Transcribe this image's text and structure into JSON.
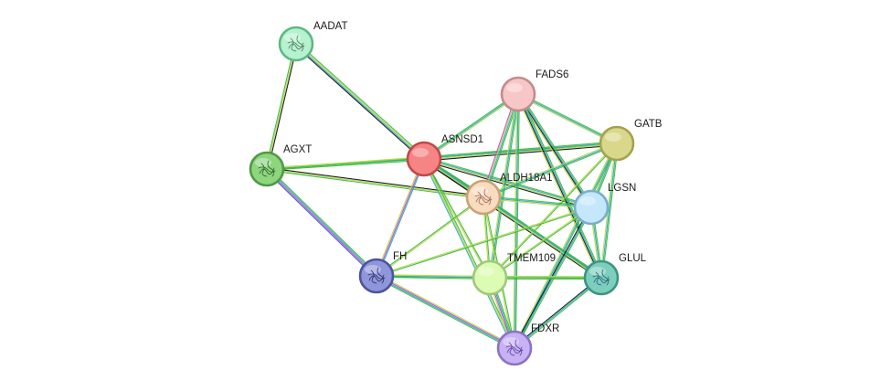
{
  "network": {
    "nodes": [
      {
        "id": "AADAT",
        "label": "AADAT",
        "fill": "#b6f2cf",
        "stroke": "#5fb882",
        "structure": true,
        "glyph_color": "#4f7a62"
      },
      {
        "id": "FADS6",
        "label": "FADS6",
        "fill": "#f7c7c7",
        "stroke": "#c48b8b",
        "structure": false
      },
      {
        "id": "GATB",
        "label": "GATB",
        "fill": "#d9d88a",
        "stroke": "#a3a24f",
        "structure": false
      },
      {
        "id": "AGXT",
        "label": "AGXT",
        "fill": "#8dd67e",
        "stroke": "#4e9a44",
        "structure": true,
        "glyph_color": "#2f5e2a"
      },
      {
        "id": "ASNSD1",
        "label": "ASNSD1",
        "fill": "#f78484",
        "stroke": "#c14848",
        "structure": false
      },
      {
        "id": "ALDH18A1",
        "label": "ALDH18A1",
        "fill": "#f8dcc0",
        "stroke": "#caa275",
        "structure": true,
        "glyph_color": "#a0685a"
      },
      {
        "id": "LGSN",
        "label": "LGSN",
        "fill": "#c4e7fb",
        "stroke": "#7aaecb",
        "structure": false
      },
      {
        "id": "FH",
        "label": "FH",
        "fill": "#8f96da",
        "stroke": "#4d539c",
        "structure": true,
        "glyph_color": "#2b2f6a"
      },
      {
        "id": "TMEM109",
        "label": "TMEM109",
        "fill": "#dcfcb4",
        "stroke": "#9fc87c",
        "structure": false
      },
      {
        "id": "GLUL",
        "label": "GLUL",
        "fill": "#7ccfbd",
        "stroke": "#3e9482",
        "structure": true,
        "glyph_color": "#2c5f78"
      },
      {
        "id": "FDXR",
        "label": "FDXR",
        "fill": "#c8b2f4",
        "stroke": "#8b72c4",
        "structure": true,
        "glyph_color": "#5b3f9b"
      }
    ],
    "edges": [
      {
        "a": "AADAT",
        "b": "AGXT",
        "colors": [
          "#111111",
          "#b6d94a",
          "#3cb83c"
        ]
      },
      {
        "a": "AADAT",
        "b": "ASNSD1",
        "colors": [
          "#3cb83c",
          "#b6d94a",
          "#2aa6c6",
          "#111111"
        ]
      },
      {
        "a": "AGXT",
        "b": "ASNSD1",
        "colors": [
          "#b6d94a",
          "#2aa6c6",
          "#3cb83c"
        ]
      },
      {
        "a": "AGXT",
        "b": "ALDH18A1",
        "colors": [
          "#111111",
          "#b6d94a",
          "#3cb83c"
        ]
      },
      {
        "a": "AGXT",
        "b": "GATB",
        "colors": [
          "#b6d94a",
          "#3cb83c"
        ]
      },
      {
        "a": "AGXT",
        "b": "FH",
        "colors": [
          "#3cb83c",
          "#2aa6c6",
          "#c04ac8",
          "#4a55c9"
        ]
      },
      {
        "a": "ASNSD1",
        "b": "FADS6",
        "colors": [
          "#3cb83c",
          "#2aa6c6",
          "#b6d94a"
        ]
      },
      {
        "a": "ASNSD1",
        "b": "GATB",
        "colors": [
          "#3cb83c",
          "#2aa6c6",
          "#b6d94a",
          "#111111"
        ]
      },
      {
        "a": "ASNSD1",
        "b": "ALDH18A1",
        "colors": [
          "#3cb83c",
          "#2aa6c6",
          "#b6d94a",
          "#111111"
        ]
      },
      {
        "a": "ASNSD1",
        "b": "LGSN",
        "colors": [
          "#3cb83c",
          "#2aa6c6",
          "#b6d94a",
          "#111111"
        ]
      },
      {
        "a": "ASNSD1",
        "b": "GLUL",
        "colors": [
          "#3cb83c",
          "#2aa6c6",
          "#b6d94a",
          "#111111"
        ]
      },
      {
        "a": "ASNSD1",
        "b": "TMEM109",
        "colors": [
          "#3cb83c",
          "#b6d94a"
        ]
      },
      {
        "a": "ASNSD1",
        "b": "FDXR",
        "colors": [
          "#3cb83c",
          "#b6d94a",
          "#2aa6c6"
        ]
      },
      {
        "a": "ASNSD1",
        "b": "FH",
        "colors": [
          "#2aa6c6",
          "#c04ac8",
          "#b6d94a"
        ]
      },
      {
        "a": "FADS6",
        "b": "ALDH18A1",
        "colors": [
          "#3cb83c",
          "#2aa6c6",
          "#b6d94a",
          "#c04ac8"
        ]
      },
      {
        "a": "FADS6",
        "b": "GATB",
        "colors": [
          "#3cb83c",
          "#2aa6c6",
          "#b6d94a"
        ]
      },
      {
        "a": "FADS6",
        "b": "LGSN",
        "colors": [
          "#3cb83c",
          "#2aa6c6",
          "#111111",
          "#b6d94a"
        ]
      },
      {
        "a": "FADS6",
        "b": "GLUL",
        "colors": [
          "#3cb83c",
          "#2aa6c6",
          "#111111",
          "#b6d94a"
        ]
      },
      {
        "a": "FADS6",
        "b": "TMEM109",
        "colors": [
          "#3cb83c",
          "#2aa6c6",
          "#b6d94a"
        ]
      },
      {
        "a": "FADS6",
        "b": "FDXR",
        "colors": [
          "#3cb83c",
          "#2aa6c6",
          "#b6d94a"
        ]
      },
      {
        "a": "GATB",
        "b": "ALDH18A1",
        "colors": [
          "#3cb83c",
          "#2aa6c6",
          "#b6d94a"
        ]
      },
      {
        "a": "GATB",
        "b": "LGSN",
        "colors": [
          "#3cb83c",
          "#2aa6c6",
          "#b6d94a"
        ]
      },
      {
        "a": "GATB",
        "b": "GLUL",
        "colors": [
          "#3cb83c",
          "#2aa6c6",
          "#b6d94a"
        ]
      },
      {
        "a": "GATB",
        "b": "TMEM109",
        "colors": [
          "#3cb83c",
          "#b6d94a"
        ]
      },
      {
        "a": "GATB",
        "b": "FDXR",
        "colors": [
          "#3cb83c",
          "#2aa6c6",
          "#b6d94a"
        ]
      },
      {
        "a": "ALDH18A1",
        "b": "LGSN",
        "colors": [
          "#3cb83c",
          "#2aa6c6",
          "#b6d94a"
        ]
      },
      {
        "a": "ALDH18A1",
        "b": "GLUL",
        "colors": [
          "#3cb83c",
          "#2aa6c6",
          "#b6d94a"
        ]
      },
      {
        "a": "ALDH18A1",
        "b": "TMEM109",
        "colors": [
          "#3cb83c",
          "#b6d94a"
        ]
      },
      {
        "a": "ALDH18A1",
        "b": "FDXR",
        "colors": [
          "#3cb83c",
          "#b6d94a"
        ]
      },
      {
        "a": "ALDH18A1",
        "b": "FH",
        "colors": [
          "#b6d94a",
          "#3cb83c"
        ]
      },
      {
        "a": "LGSN",
        "b": "GLUL",
        "colors": [
          "#3cb83c",
          "#2aa6c6",
          "#b6d94a"
        ]
      },
      {
        "a": "LGSN",
        "b": "TMEM109",
        "colors": [
          "#3cb83c",
          "#b6d94a"
        ]
      },
      {
        "a": "LGSN",
        "b": "FDXR",
        "colors": [
          "#3cb83c",
          "#2aa6c6",
          "#111111"
        ]
      },
      {
        "a": "LGSN",
        "b": "FH",
        "colors": [
          "#3cb83c",
          "#b6d94a"
        ]
      },
      {
        "a": "GLUL",
        "b": "TMEM109",
        "colors": [
          "#3cb83c",
          "#2aa6c6",
          "#b6d94a"
        ]
      },
      {
        "a": "GLUL",
        "b": "FDXR",
        "colors": [
          "#3cb83c",
          "#2aa6c6",
          "#111111"
        ]
      },
      {
        "a": "GLUL",
        "b": "FH",
        "colors": [
          "#3cb83c",
          "#b6d94a"
        ]
      },
      {
        "a": "TMEM109",
        "b": "FDXR",
        "colors": [
          "#3cb83c",
          "#2aa6c6",
          "#c04ac8",
          "#b6d94a"
        ]
      },
      {
        "a": "TMEM109",
        "b": "FH",
        "colors": [
          "#3cb83c",
          "#2aa6c6",
          "#b6d94a"
        ]
      },
      {
        "a": "FDXR",
        "b": "FH",
        "colors": [
          "#3cb83c",
          "#2aa6c6",
          "#c04ac8",
          "#b6d94a"
        ]
      }
    ]
  }
}
